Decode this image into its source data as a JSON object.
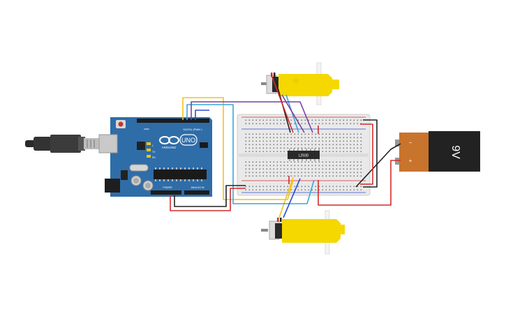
{
  "arduino": {
    "logo_text": "UNO",
    "brand_text": "ARDUINO",
    "digital_header": "DIGITAL (PWM~)",
    "power_header": "POWER",
    "analog_header": "ANALOG IN",
    "tx_label": "TX",
    "rx_label": "RX",
    "l_label": "L",
    "aref_label": "AREF",
    "gnd_label": "GND",
    "board_color": "#2f6da8"
  },
  "chip": {
    "label": "L293D"
  },
  "battery": {
    "label": "9V",
    "plus": "+",
    "minus": "−",
    "top_color": "#c8742c",
    "body_color": "#222222"
  },
  "wire_colors": {
    "red": "#d42a2a",
    "black": "#222222",
    "yellow": "#f2c318",
    "cyan": "#3aa7d8",
    "purple": "#7a3fa0",
    "blue": "#2b4fd6"
  },
  "motor_color": "#f4d800"
}
